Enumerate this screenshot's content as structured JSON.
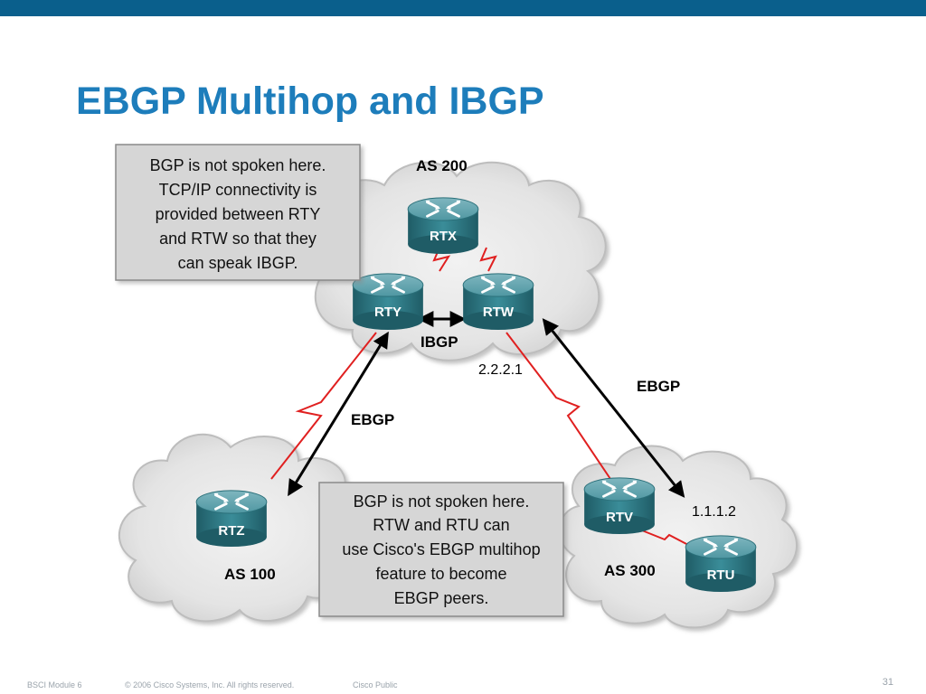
{
  "slide": {
    "title": "EBGP Multihop and IBGP",
    "footer_module": "BSCI Module 6",
    "footer_copyright": "© 2006 Cisco Systems, Inc. All rights reserved.",
    "footer_classification": "Cisco Public",
    "page_number": "31"
  },
  "colors": {
    "topbar": "#0a5f8c",
    "title": "#1d7dbb",
    "router": "#2f7e8a",
    "serial_link": "#e02020",
    "note_box": "#d6d6d6"
  },
  "diagram": {
    "autonomous_systems": [
      {
        "id": "as200",
        "label": "AS 200"
      },
      {
        "id": "as100",
        "label": "AS 100"
      },
      {
        "id": "as300",
        "label": "AS 300"
      }
    ],
    "routers": [
      {
        "id": "rtx",
        "label": "RTX",
        "icon": "router-icon"
      },
      {
        "id": "rty",
        "label": "RTY",
        "icon": "router-icon"
      },
      {
        "id": "rtw",
        "label": "RTW",
        "icon": "router-icon"
      },
      {
        "id": "rtz",
        "label": "RTZ",
        "icon": "router-icon"
      },
      {
        "id": "rtv",
        "label": "RTV",
        "icon": "router-icon"
      },
      {
        "id": "rtu",
        "label": "RTU",
        "icon": "router-icon"
      }
    ],
    "sessions": {
      "ibgp": "IBGP",
      "ebgp_left": "EBGP",
      "ebgp_right": "EBGP"
    },
    "addresses": {
      "rtw_ip": "2.2.2.1",
      "rtu_ip": "1.1.1.2"
    },
    "notes": {
      "top": [
        "BGP is not spoken here.",
        "TCP/IP connectivity is",
        "provided between RTY",
        "and RTW so that they",
        "can speak IBGP."
      ],
      "bottom": [
        "BGP is not spoken here.",
        "RTW and RTU can",
        "use Cisco's EBGP multihop",
        "feature to become",
        "EBGP peers."
      ]
    }
  }
}
